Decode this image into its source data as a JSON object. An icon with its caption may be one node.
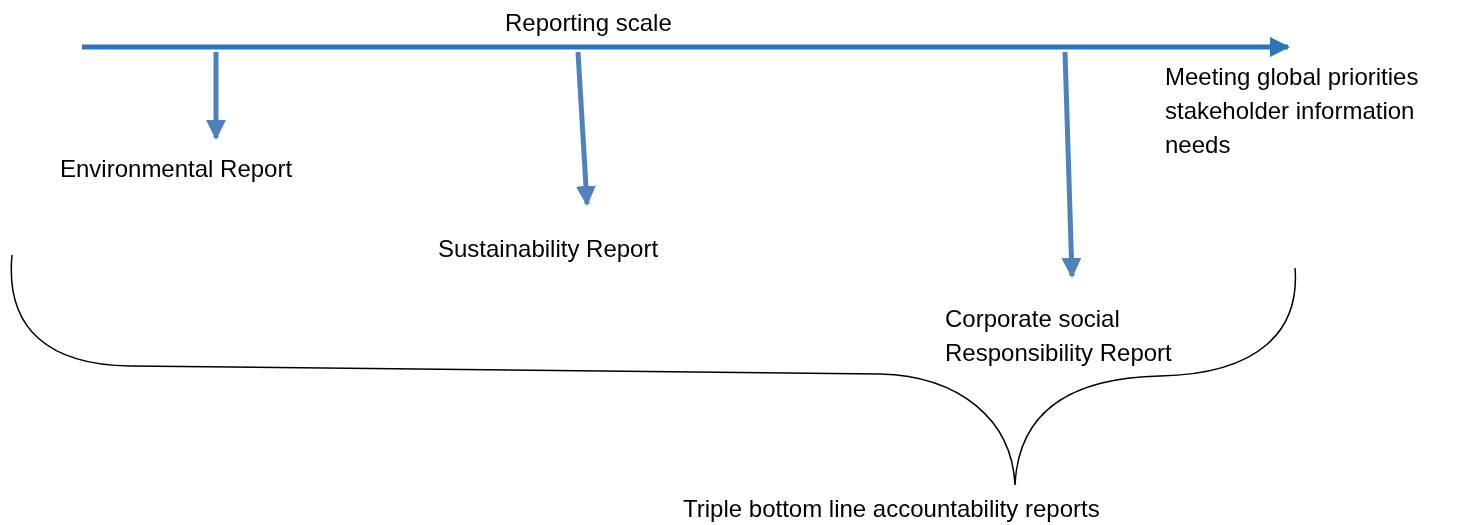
{
  "diagram": {
    "nodes": [
      {
        "text": [
          "Environmental Report"
        ]
      },
      {
        "text": [
          "Sustainability Report"
        ]
      },
      {
        "text": [
          "Corporate social Responsibility Report"
        ]
      }
    ],
    "edges": [
      {
        "from": null,
        "to": 0,
        "arrow": "to"
      },
      {
        "from": null,
        "to": 1,
        "arrow": "to"
      },
      {
        "from": null,
        "to": 2,
        "arrow": "to"
      }
    ],
    "labels": [
      "Reporting scale",
      "Meeting global priorities stakeholder information needs",
      "Triple bottom line accountability reports"
    ]
  }
}
